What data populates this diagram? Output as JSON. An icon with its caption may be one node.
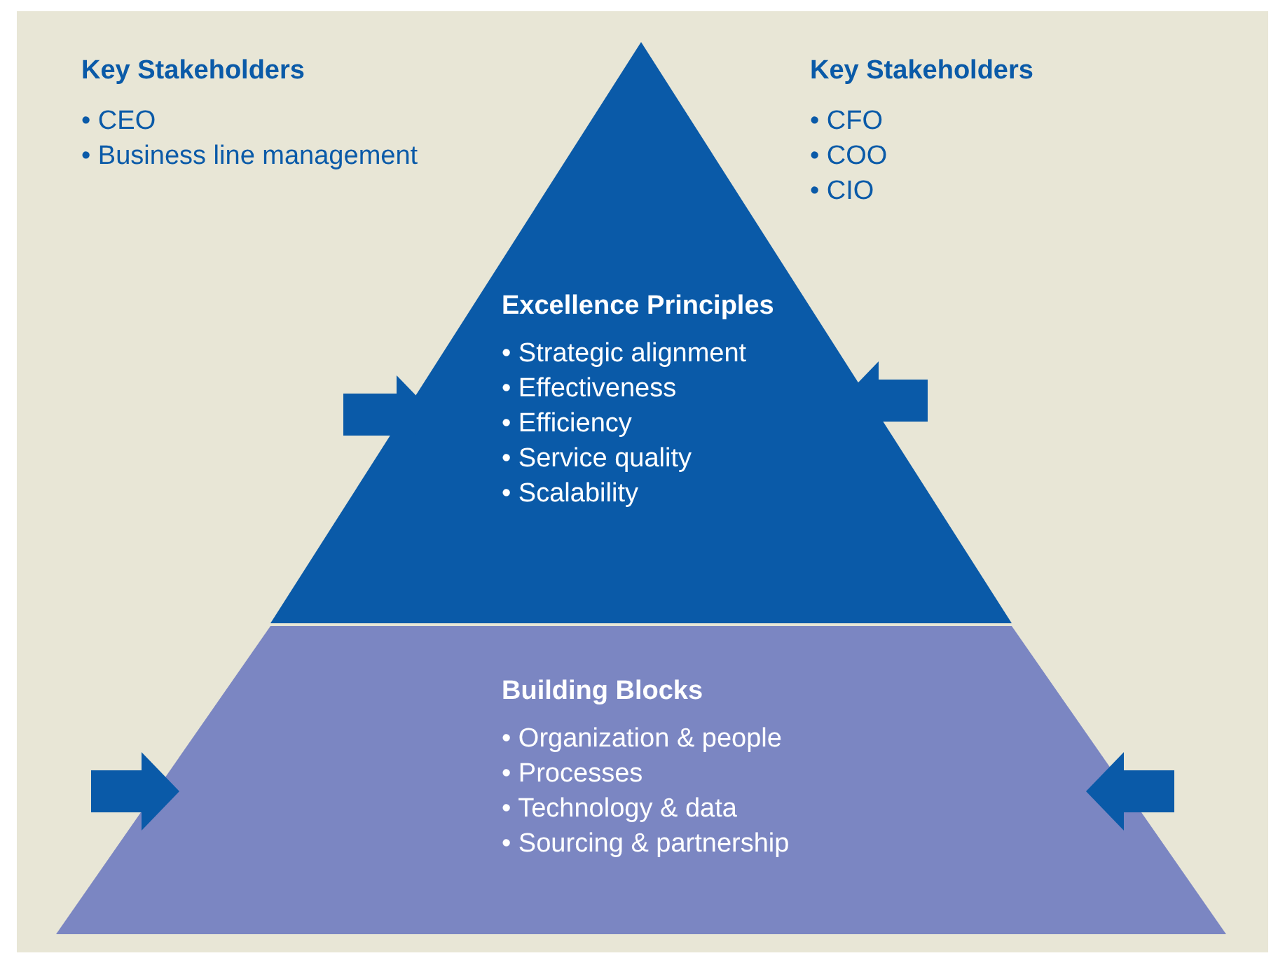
{
  "diagram": {
    "nodes": [
      {
        "text": [
          "Excellence Principles",
          "• Strategic alignment",
          "• Effectiveness",
          "• Efficiency",
          "• Service quality",
          "• Scalability"
        ]
      },
      {
        "text": [
          "Building Blocks",
          "• Organization & people",
          "• Processes",
          "• Technology & data",
          "• Sourcing & partnership"
        ]
      }
    ],
    "edges": [
      {
        "from": null,
        "to": 0,
        "arrow": "to"
      },
      {
        "from": null,
        "to": 0,
        "arrow": "to"
      },
      {
        "from": null,
        "to": 1,
        "arrow": "to"
      },
      {
        "from": null,
        "to": 1,
        "arrow": "to"
      }
    ],
    "labels": [
      "Key Stakeholders",
      "• CEO",
      "• Business line management",
      "Key Stakeholders",
      "• CFO",
      "• COO",
      "• CIO"
    ]
  }
}
